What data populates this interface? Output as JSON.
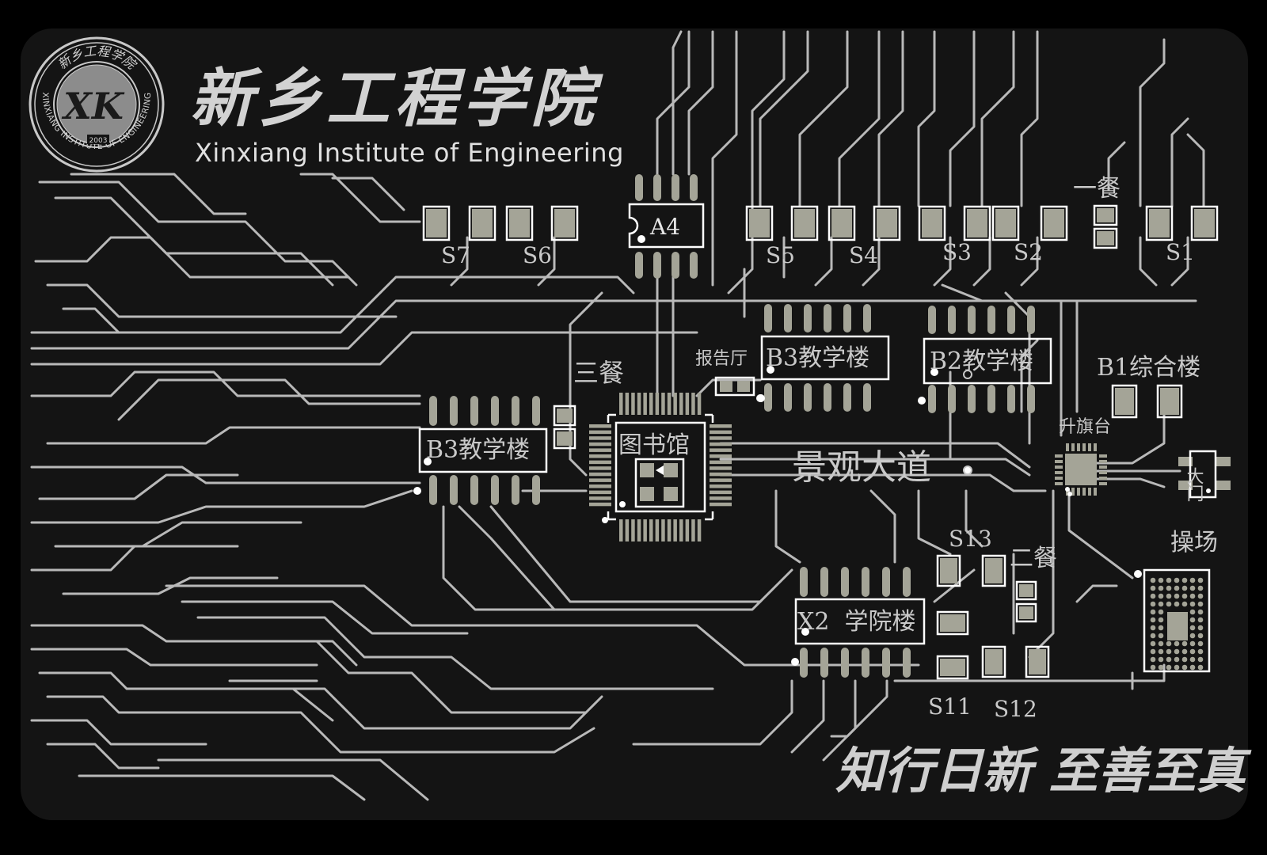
{
  "school": {
    "name_cn": "新乡工程学院",
    "name_en": "Xinxiang Institute of Engineering",
    "seal": {
      "ring_text": "XINXIANG INSTITUTE OF ENGINEERING",
      "top_text": "新乡工程学院",
      "year": "2003",
      "monogram": "XK"
    }
  },
  "motto": "知行日新 至善至真",
  "labels": {
    "s7": "S7",
    "s6": "S6",
    "a4": "A4",
    "s5": "S5",
    "s4": "S4",
    "s3": "S3",
    "s2": "S2",
    "canteen1": "一餐",
    "s1": "S1",
    "canteen3": "三餐",
    "lecture_hall": "报告厅",
    "b3_right": "B3教学楼",
    "b2": "B2教学楼",
    "b1": "B1综合楼",
    "b3_left": "B3教学楼",
    "library": "图书馆",
    "avenue": "景观大道",
    "flag": "升旗台",
    "gate": "大门",
    "s13": "S13",
    "canteen2": "二餐",
    "playground": "操场",
    "x2": "X2  学院楼",
    "s11": "S11",
    "s12": "S12"
  },
  "colors": {
    "background": "#000000",
    "card": "#141414",
    "trace": "#b9b9b9",
    "pad": "#a4a497",
    "outline": "#ffffff"
  }
}
